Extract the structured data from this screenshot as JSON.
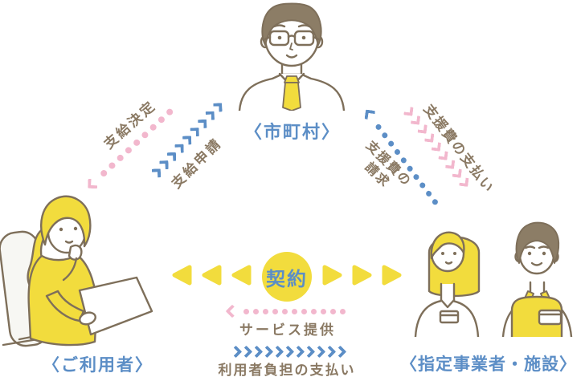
{
  "colors": {
    "yellow": "#F2DC3D",
    "blue": "#5C8EC6",
    "pink": "#F2B7CD",
    "brown": "#8A7963"
  },
  "actors": {
    "municipality": {
      "label": "〈市町村〉"
    },
    "user": {
      "label": "〈ご利用者〉"
    },
    "provider": {
      "label": "〈指定事業者・施設〉"
    }
  },
  "relations": {
    "application": {
      "label": "支給申請",
      "from": "ご利用者",
      "to": "市町村",
      "style": "blue-chevron-arrow"
    },
    "decision": {
      "label": "支給決定",
      "from": "市町村",
      "to": "ご利用者",
      "style": "pink-dotted-arrow"
    },
    "payment": {
      "label": "支援費の支払い",
      "from": "市町村",
      "to": "指定事業者・施設",
      "style": "pink-chevron-arrow"
    },
    "billing": {
      "label": "支援費の請求",
      "from": "指定事業者・施設",
      "to": "市町村",
      "style": "blue-dotted-arrow"
    },
    "service": {
      "label": "サービス提供",
      "from": "指定事業者・施設",
      "to": "ご利用者",
      "style": "pink-dotted-arrow"
    },
    "user_payment": {
      "label": "利用者負担の支払い",
      "from": "ご利用者",
      "to": "指定事業者・施設",
      "style": "blue-chevron-arrow"
    }
  },
  "contract": {
    "label": "契約"
  }
}
